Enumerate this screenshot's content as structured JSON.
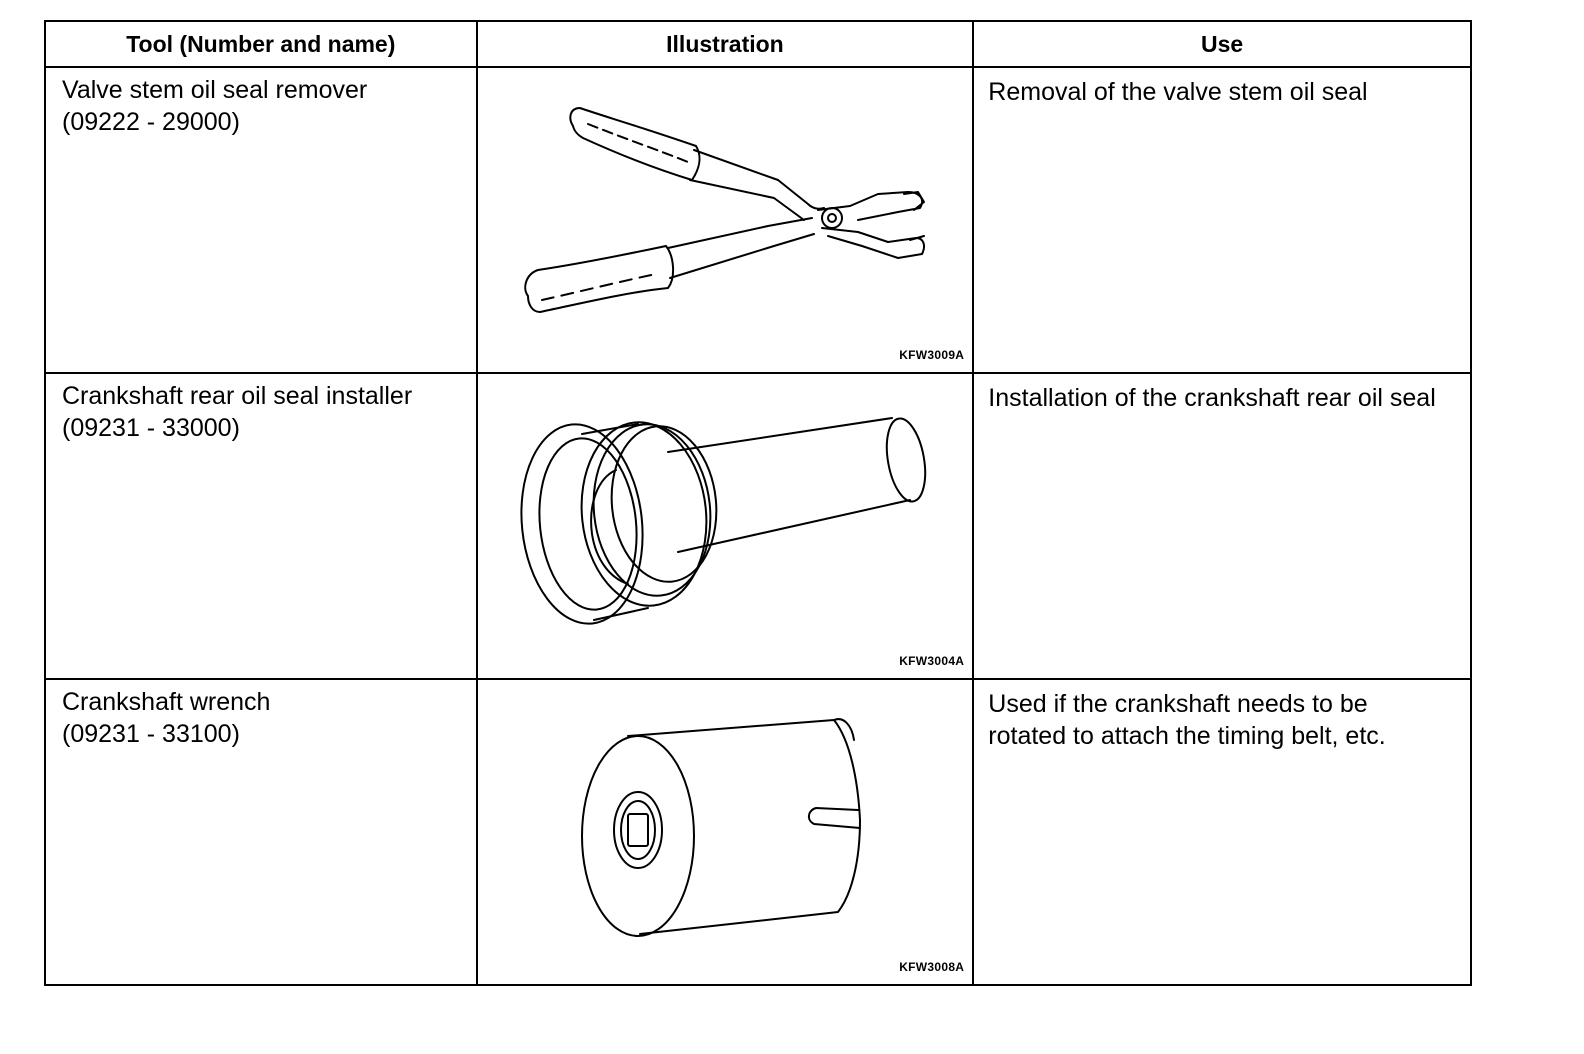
{
  "table": {
    "headers": {
      "tool": "Tool (Number and name)",
      "illustration": "Illustration",
      "use": "Use"
    },
    "rows": [
      {
        "tool_name": "Valve stem oil seal remover",
        "tool_number": "(09222 - 29000)",
        "illustration_icon": "pliers-remover-icon",
        "figure_code": "KFW3009A",
        "use_lines": [
          "Removal of the valve stem oil seal"
        ]
      },
      {
        "tool_name": "Crankshaft rear oil seal installer",
        "tool_number": "(09231 - 33000)",
        "illustration_icon": "seal-installer-icon",
        "figure_code": "KFW3004A",
        "use_lines": [
          "Installation of the crankshaft rear oil seal"
        ]
      },
      {
        "tool_name": "Crankshaft wrench",
        "tool_number": "(09231 - 33100)",
        "illustration_icon": "crankshaft-wrench-icon",
        "figure_code": "KFW3008A",
        "use_lines": [
          "Used if the crankshaft needs to be",
          "rotated to attach the timing belt, etc."
        ]
      }
    ]
  }
}
